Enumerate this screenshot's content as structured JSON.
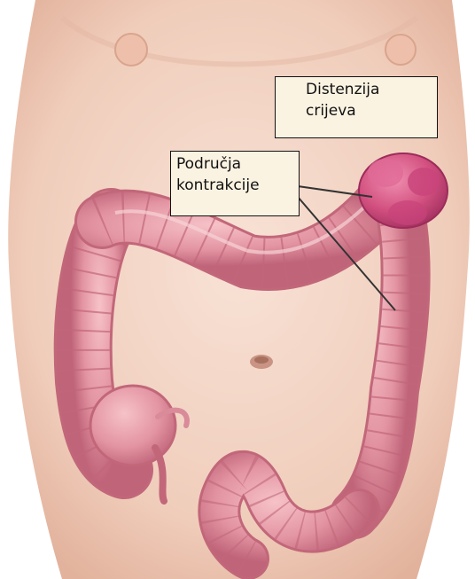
{
  "annotations": {
    "distension": {
      "line1": "Distenzija",
      "line2": "crijeva"
    },
    "contraction": {
      "line1": "Područja",
      "line2": "kontrakcije"
    }
  },
  "colors": {
    "skin": "#f2d3c2",
    "skin_shadow": "#e6b9a4",
    "colon": "#e79aa6",
    "colon_shadow": "#c2677a",
    "distended_colon": "#d14f7e",
    "label_background": "#fbf3e2"
  }
}
